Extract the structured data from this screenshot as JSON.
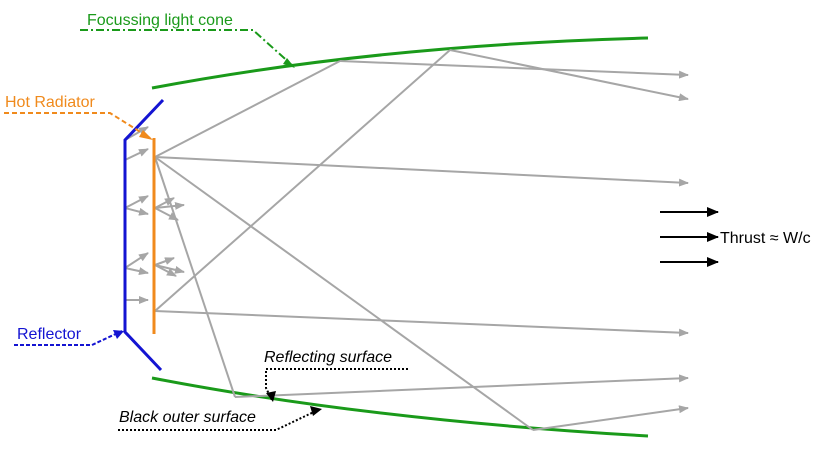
{
  "labels": {
    "focussing_light_cone": "Focussing light cone",
    "hot_radiator": "Hot Radiator",
    "reflector": "Reflector",
    "reflecting_surface": "Reflecting surface",
    "black_outer_surface": "Black outer surface",
    "thrust": "Thrust ≈ W/c"
  },
  "colors": {
    "cone": "#1a9a1a",
    "radiator": "#f08a1c",
    "reflector": "#1414d2",
    "rays": "#a6a6a6",
    "thrust": "#000000",
    "annotation": "#000000"
  }
}
